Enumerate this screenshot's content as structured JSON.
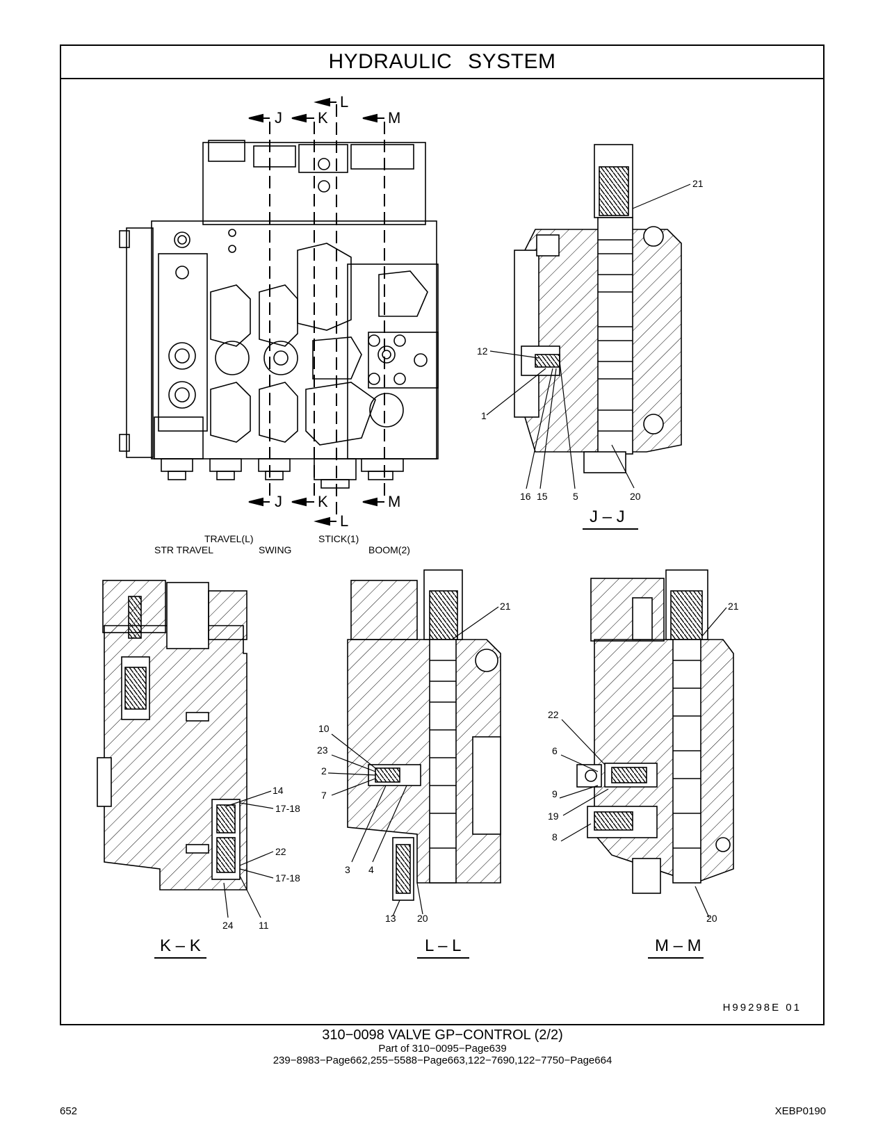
{
  "header": {
    "title": "HYDRAULIC   SYSTEM"
  },
  "figure_id": "H99298E   01",
  "caption": {
    "line1": "310−0098   VALVE  GP−CONTROL (2/2)",
    "line2": "Part of 310−0095−Page639",
    "line3": "239−8983−Page662,255−5588−Page663,122−7690,122−7750−Page664"
  },
  "footer": {
    "page_number": "652",
    "doc_id": "XEBP0190"
  },
  "cut_labels": {
    "J": "J",
    "K": "K",
    "L": "L",
    "M": "M"
  },
  "section_titles": {
    "jj": "J – J",
    "kk": "K – K",
    "ll": "L – L",
    "mm": "M – M"
  },
  "function_labels": {
    "travel_l": "TRAVEL(L)",
    "str_travel": "STR  TRAVEL",
    "swing": "SWING",
    "stick": "STICK(1)",
    "boom": "BOOM(2)"
  },
  "callouts": {
    "jj": [
      "21",
      "12",
      "1",
      "16",
      "15",
      "5",
      "20"
    ],
    "kk": [
      "14",
      "17-18",
      "22",
      "17-18",
      "24",
      "11"
    ],
    "ll": [
      "21",
      "10",
      "23",
      "2",
      "7",
      "3",
      "4",
      "13",
      "20"
    ],
    "mm": [
      "21",
      "22",
      "6",
      "9",
      "19",
      "8",
      "20"
    ]
  }
}
